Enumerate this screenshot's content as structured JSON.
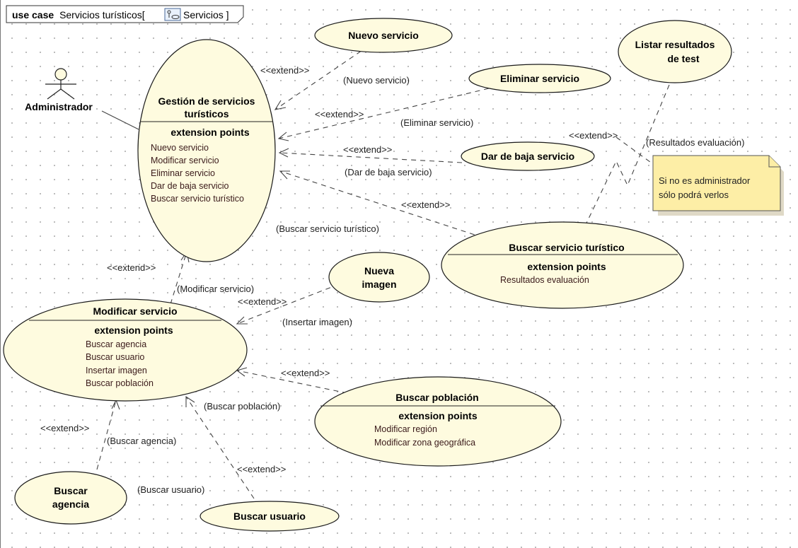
{
  "frame": {
    "keyword": "use case",
    "name": "Servicios turísticos[",
    "icon": "use-case-diagram-icon",
    "package": "Servicios ]"
  },
  "actor": {
    "name": "Administrador"
  },
  "use_cases": {
    "gestion": {
      "title_1": "Gestión de servicios",
      "title_2": "turísticos",
      "ep_header": "extension points",
      "points": [
        "Nuevo servicio",
        "Modificar servicio",
        "Eliminar servicio",
        "Dar de baja servicio",
        "Buscar servicio turístico"
      ]
    },
    "nuevo": {
      "title": "Nuevo servicio"
    },
    "eliminar": {
      "title": "Eliminar servicio"
    },
    "baja": {
      "title": "Dar de baja servicio"
    },
    "listar": {
      "title_1": "Listar resultados",
      "title_2": "de test"
    },
    "buscar_turistico": {
      "title": "Buscar servicio turístico",
      "ep_header": "extension points",
      "points": [
        "Resultados evaluación"
      ]
    },
    "nueva_imagen": {
      "title_1": "Nueva",
      "title_2": "imagen"
    },
    "modificar": {
      "title": "Modificar servicio",
      "ep_header": "extension points",
      "points": [
        "Buscar agencia",
        "Buscar usuario",
        "Insertar imagen",
        "Buscar población"
      ]
    },
    "buscar_poblacion": {
      "title": "Buscar población",
      "ep_header": "extension points",
      "points": [
        "Modificar región",
        "Modificar zona geográfica"
      ]
    },
    "buscar_agencia": {
      "title_1": "Buscar",
      "title_2": "agencia"
    },
    "buscar_usuario": {
      "title": "Buscar usuario"
    }
  },
  "extend_labels": {
    "stereotype": "<<extend>>",
    "nuevo": "(Nuevo servicio)",
    "eliminar": "(Eliminar servicio)",
    "baja": "(Dar de baja servicio)",
    "buscar_turistico": "(Buscar servicio turístico)",
    "resultados": "(Resultados evaluación)",
    "modificar": "(Modificar servicio)",
    "insertar": "(Insertar imagen)",
    "poblacion": "(Buscar población)",
    "agencia": "(Buscar agencia)",
    "usuario": "(Buscar usuario)"
  },
  "note": {
    "line_1": "Si no es administrador",
    "line_2": "sólo podrá verlos"
  }
}
